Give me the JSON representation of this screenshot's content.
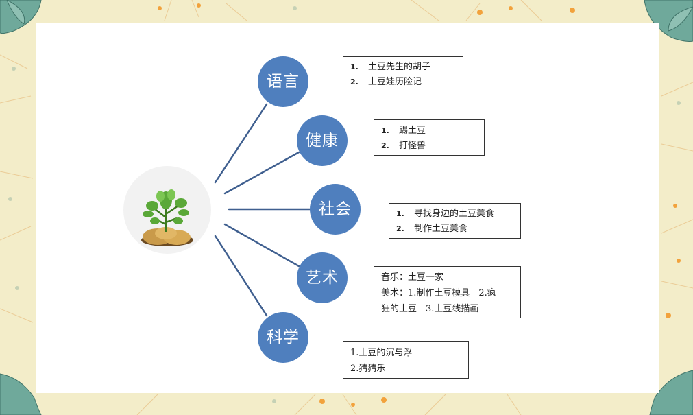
{
  "center_image": "potato-sprout-illustration",
  "colors": {
    "node": "#4f7fbe",
    "connector": "#3f5f8f",
    "background": "#f3edc9"
  },
  "nodes": [
    {
      "label": "语言",
      "items": [
        {
          "n": "1.",
          "text": "土豆先生的胡子"
        },
        {
          "n": "2.",
          "text": "土豆娃历险记"
        }
      ]
    },
    {
      "label": "健康",
      "items": [
        {
          "n": "1.",
          "text": "踢土豆"
        },
        {
          "n": "2.",
          "text": "打怪兽"
        }
      ]
    },
    {
      "label": "社会",
      "items": [
        {
          "n": "1.",
          "text": "寻找身边的土豆美食"
        },
        {
          "n": "2.",
          "text": "制作土豆美食"
        }
      ]
    },
    {
      "label": "艺术",
      "lines": [
        "音乐：土豆一家",
        "美术：1.制作土豆模具　2.疯",
        "狂的土豆　3.土豆线描画"
      ]
    },
    {
      "label": "科学",
      "lines": [
        "1.土豆的沉与浮",
        "2.猜猜乐"
      ]
    }
  ]
}
